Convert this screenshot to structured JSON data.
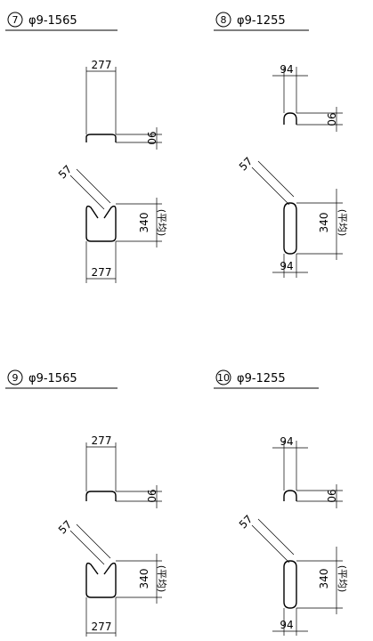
{
  "figures": [
    {
      "number": "7",
      "label": "φ9-1565",
      "upper_width": "277",
      "upper_height": "90",
      "lower_width": "277",
      "lower_height": "340",
      "lower_height_note": "(平均)",
      "angle_dim": "57"
    },
    {
      "number": "8",
      "label": "φ9-1255",
      "upper_width": "94",
      "upper_height": "90",
      "lower_width": "94",
      "lower_height": "340",
      "lower_height_note": "(平均)",
      "angle_dim": "57"
    },
    {
      "number": "9",
      "label": "φ9-1565",
      "upper_width": "277",
      "upper_height": "90",
      "lower_width": "277",
      "lower_height": "340",
      "lower_height_note": "(平均)",
      "angle_dim": "57"
    },
    {
      "number": "10",
      "label": "φ9-1255",
      "upper_width": "94",
      "upper_height": "90",
      "lower_width": "94",
      "lower_height": "340",
      "lower_height_note": "(平均)",
      "angle_dim": "57"
    }
  ]
}
